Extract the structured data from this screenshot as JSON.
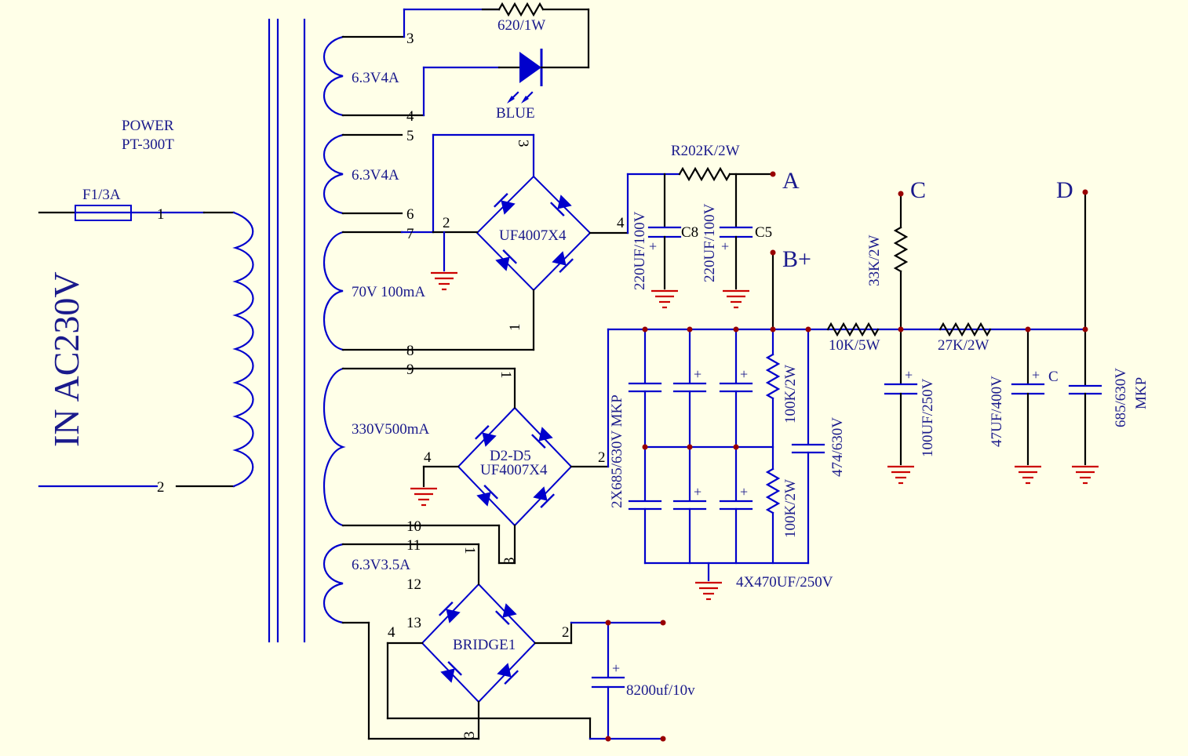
{
  "title": "IN AC230V",
  "transformer": {
    "name": "POWER",
    "model": "PT-300T"
  },
  "fuse": "F1/3A",
  "pins": [
    "1",
    "2",
    "3",
    "4",
    "5",
    "6",
    "7",
    "8",
    "9",
    "10",
    "11",
    "12",
    "13"
  ],
  "windings": [
    "6.3V4A",
    "6.3V4A",
    "70V 100mA",
    "330V500mA",
    "6.3V3.5A"
  ],
  "resistor_led": "620/1W",
  "led": "BLUE",
  "bridge1": {
    "label": "UF4007X4",
    "pins": [
      "3",
      "2",
      "4",
      "1"
    ]
  },
  "bridge2": {
    "label1": "D2-D5",
    "label2": "UF4007X4",
    "pins": [
      "1",
      "4",
      "2",
      "3"
    ]
  },
  "bridge3": {
    "label": "BRIDGE1",
    "pins": [
      "1",
      "4",
      "2",
      "3"
    ]
  },
  "r20": "R202K/2W",
  "c8": {
    "ref": "C8",
    "value": "220UF/100V"
  },
  "c5": {
    "ref": "C5",
    "value": "220UF/100V"
  },
  "nodes": {
    "a": "A",
    "bplus": "B+",
    "c": "C",
    "d": "D"
  },
  "mkp_pair": "2X685/630V MKP",
  "bleeder_top": "100K/2W",
  "bleeder_bot": "100K/2W",
  "c474": "474/630V",
  "cbank": "4X470UF/250V",
  "r10k": "10K/5W",
  "r27k": "27K/2W",
  "r33k": "33K/2W",
  "c100": "100UF/250V",
  "c47": {
    "value": "47UF/400V",
    "ref": "C"
  },
  "c685": {
    "value": "685/630V",
    "type": "MKP"
  },
  "c8200": "8200uf/10v"
}
